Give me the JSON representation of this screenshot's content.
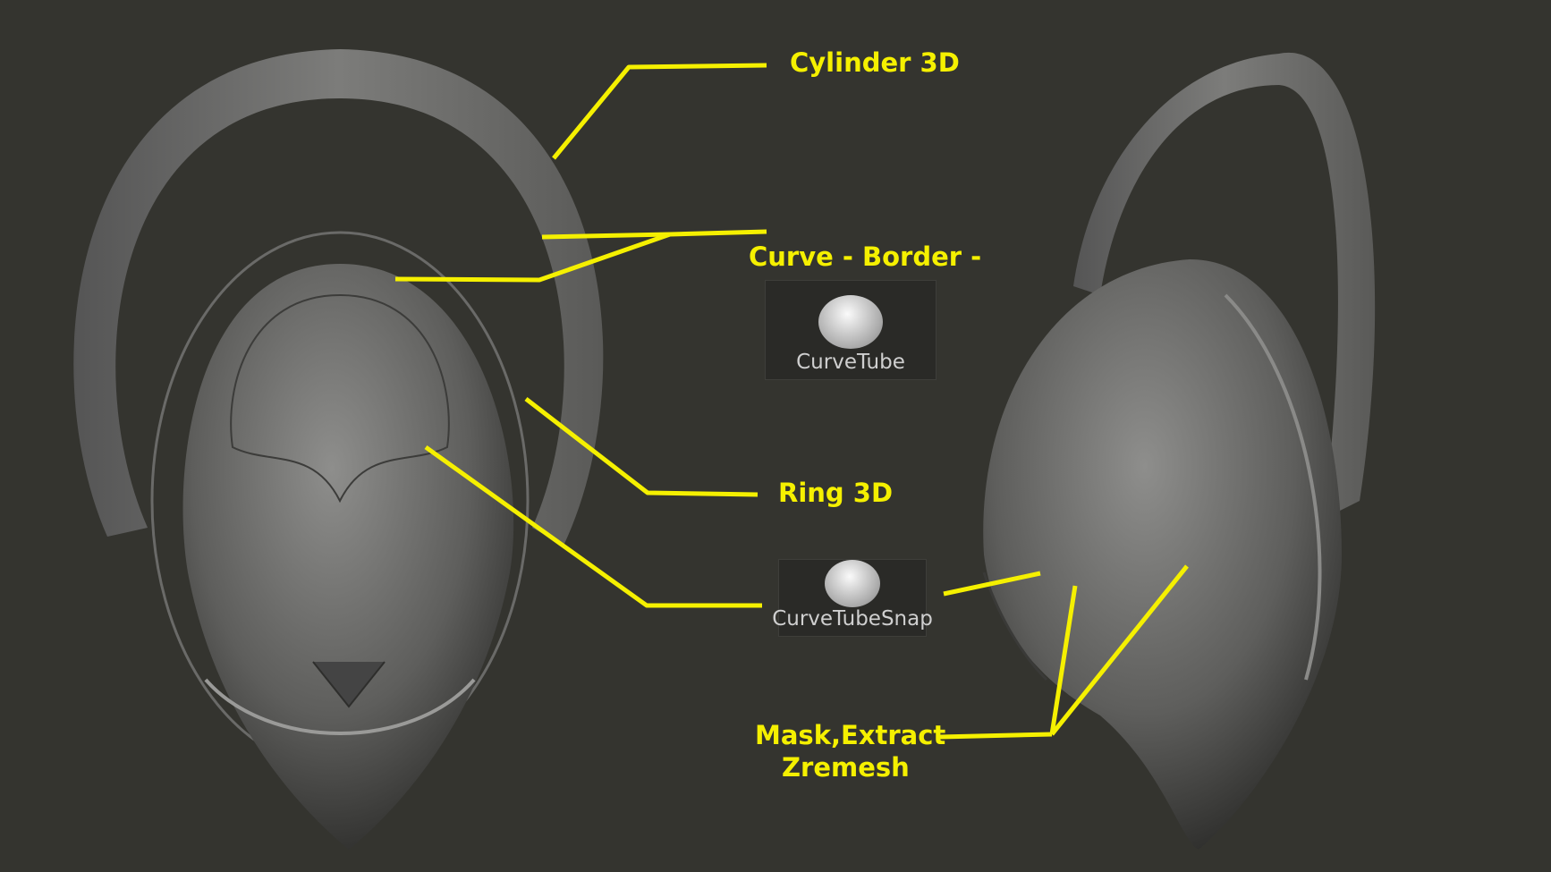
{
  "labels": {
    "cylinder": "Cylinder 3D",
    "curve_border": "Curve - Border -",
    "ring": "Ring 3D",
    "mask_line1": "Mask,Extract",
    "mask_line2": "Zremesh"
  },
  "brushes": [
    {
      "name": "CurveTube",
      "icon": "curvetube-brush-icon"
    },
    {
      "name": "CurveTubeSnap",
      "icon": "curvetubesnap-brush-icon"
    }
  ],
  "colors": {
    "background": "#34342f",
    "annotation": "#f5f000",
    "model": "#7a7a78"
  }
}
